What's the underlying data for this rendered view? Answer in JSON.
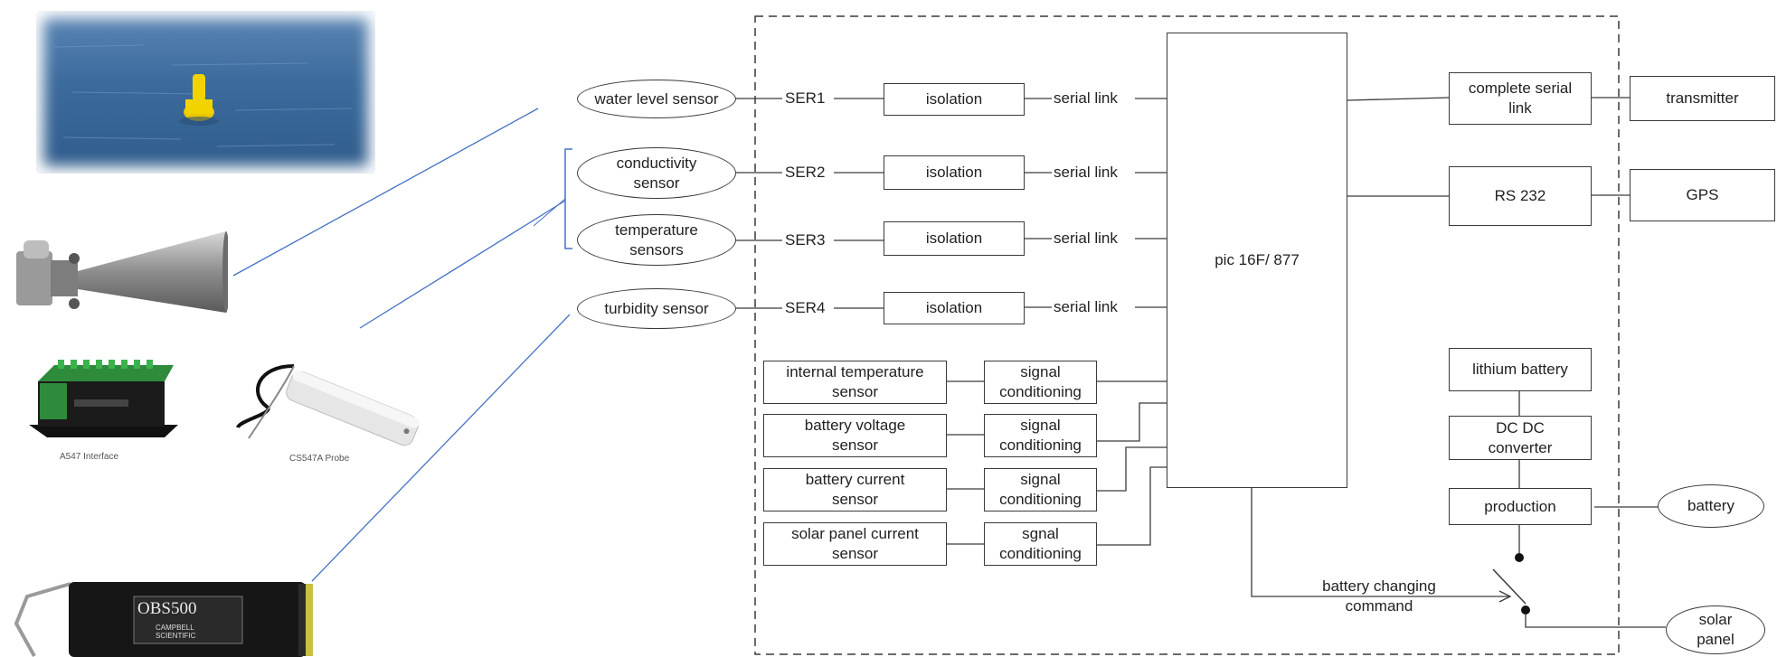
{
  "sensors": {
    "water_level": "water level sensor",
    "conductivity": "conductivity\nsensor",
    "temperature": "temperature\nsensors",
    "turbidity": "turbidity sensor"
  },
  "serial_ports": {
    "ser1": "SER1",
    "ser2": "SER2",
    "ser3": "SER3",
    "ser4": "SER4"
  },
  "isolation_label": "isolation",
  "serial_link_label": "serial link",
  "controller": "pic 16F/ 877",
  "analog_sensors": {
    "internal_temp": "internal temperature\nsensor",
    "battery_voltage": "battery voltage\nsensor",
    "battery_current": "battery current\nsensor",
    "solar_current": "solar panel current\nsensor"
  },
  "conditioning": {
    "c1": "signal\nconditioning",
    "c2": "signal\nconditioning",
    "c3": "signal\nconditioning",
    "c4": "sgnal\nconditioning"
  },
  "outputs": {
    "complete_serial_link": "complete serial\nlink",
    "transmitter": "transmitter",
    "rs232": "RS 232",
    "gps": "GPS"
  },
  "power": {
    "lithium_battery": "lithium battery",
    "dc_dc": "DC DC\nconverter",
    "production": "production",
    "battery": "battery",
    "solar_panel": "solar\npanel",
    "battery_changing_command": "battery changing\ncommand"
  },
  "photo_captions": {
    "interface": "A547 Interface",
    "probe": "CS547A Probe"
  },
  "obs_labels": {
    "model": "OBS500",
    "brand": "CAMPBELL\nSCIENTIFIC"
  },
  "colors": {
    "line": "#3a3a3a",
    "pointer": "#4472c4",
    "buoy": "#f2d300",
    "water": "#3b6a9c"
  }
}
